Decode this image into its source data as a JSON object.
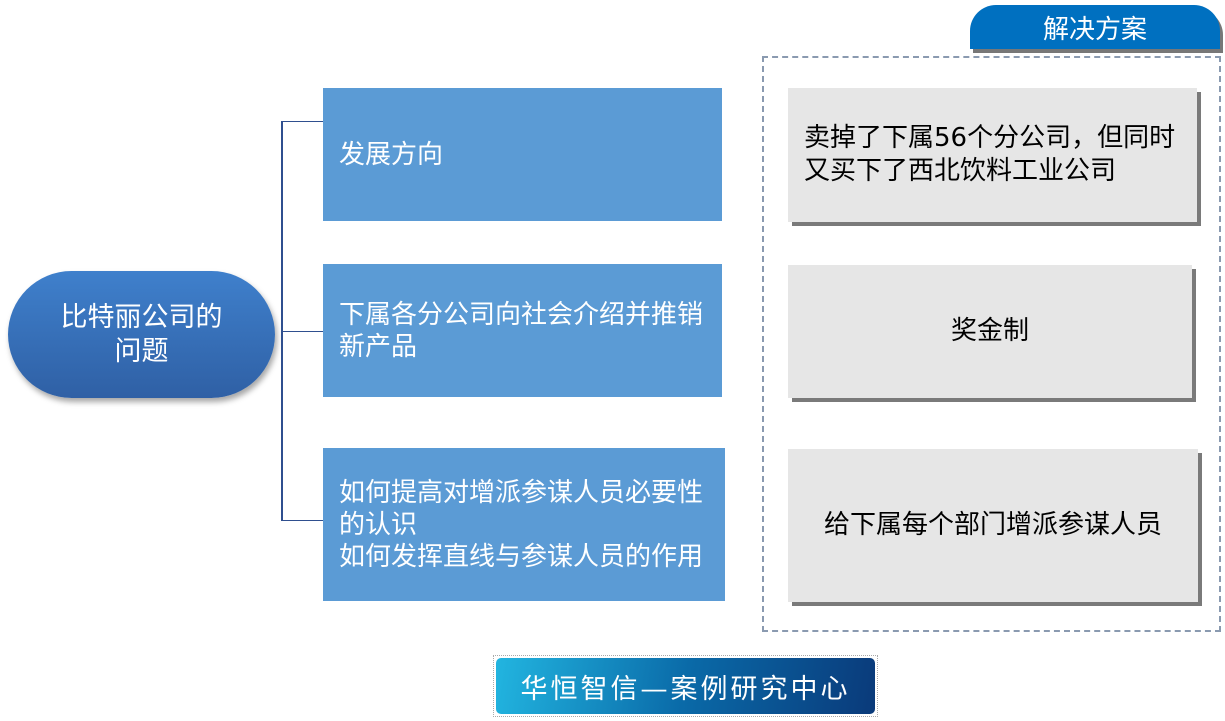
{
  "root": {
    "label": "比特丽公司的问题"
  },
  "problems": [
    {
      "label": "发展方向"
    },
    {
      "label": "下属各分公司向社会介绍并推销新产品"
    },
    {
      "label": "如何提高对增派参谋人员必要性的认识\n如何发挥直线与参谋人员的作用"
    }
  ],
  "solutions": {
    "title": "解决方案",
    "items": [
      {
        "label": "卖掉了下属56个分公司，但同时又买下了西北饮料工业公司"
      },
      {
        "label": "奖金制"
      },
      {
        "label": "给下属每个部门增派参谋人员"
      }
    ]
  },
  "footer": {
    "label": "华恒智信—案例研究中心"
  },
  "colors": {
    "problem_box": "#5b9bd5",
    "tab": "#0070c0",
    "solution_box": "#e6e6e6"
  }
}
